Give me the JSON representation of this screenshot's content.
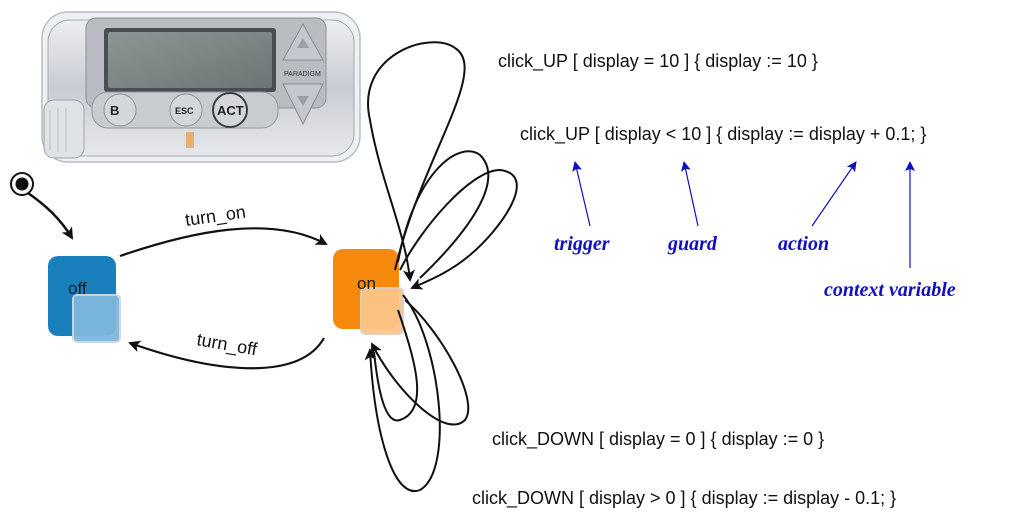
{
  "device": {
    "brand": "PARADIGM",
    "buttons": {
      "b": "B",
      "esc": "ESC",
      "act": "ACT"
    }
  },
  "states": {
    "off": "off",
    "on": "on"
  },
  "transitions": {
    "turn_on": "turn_on",
    "turn_off": "turn_off",
    "up_max": "click_UP [ display = 10 ] { display := 10 }",
    "up_inc": "click_UP [ display < 10 ] { display := display + 0.1; }",
    "down_min": "click_DOWN [ display = 0 ] { display := 0 }",
    "down_dec": "click_DOWN [ display > 0 ] { display := display - 0.1; }"
  },
  "annotations": {
    "trigger": "trigger",
    "guard": "guard",
    "action": "action",
    "context_variable": "context variable"
  },
  "colors": {
    "off_state": "#1a7fbd",
    "off_overlay": "#7fb8dc",
    "on_state": "#f7890d",
    "on_overlay": "#fbc488",
    "annotation": "#1010c0",
    "arrow": "#111111"
  }
}
